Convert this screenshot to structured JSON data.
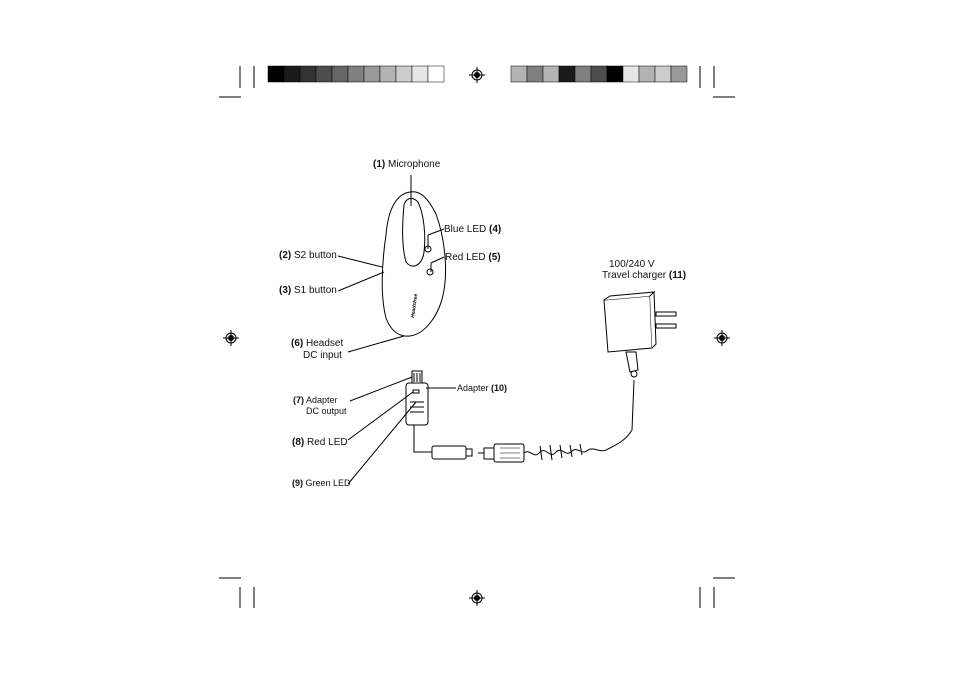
{
  "color_bar_left": [
    "#000000",
    "#1a1a1a",
    "#333333",
    "#4d4d4d",
    "#666666",
    "#808080",
    "#999999",
    "#b3b3b3",
    "#cccccc",
    "#e6e6e6",
    "#ffffff"
  ],
  "color_bar_right": [
    "#b3b3b3",
    "#808080",
    "#b3b3b3",
    "#1a1a1a",
    "#808080",
    "#4d4d4d",
    "#000000",
    "#e6e6e6",
    "#b3b3b3",
    "#cccccc",
    "#999999"
  ],
  "brand_mark": "Headsfree",
  "labels": {
    "microphone": {
      "num": "(1)",
      "text": "Microphone"
    },
    "s2": {
      "num": "(2)",
      "text": "S2 button"
    },
    "s1": {
      "num": "(3)",
      "text": "S1 button"
    },
    "blue_led": {
      "text": "Blue LED",
      "num": "(4)"
    },
    "red_led_headset": {
      "text": "Red LED",
      "num": "(5)"
    },
    "headset_dc": {
      "num": "(6)",
      "text1": "Headset",
      "text2": "DC input"
    },
    "adapter_dc": {
      "num": "(7)",
      "text1": "Adapter",
      "text2": "DC output"
    },
    "adapter": {
      "text": "Adapter",
      "num": "(10)"
    },
    "red_led_adapter": {
      "num": "(8)",
      "text": "Red LED"
    },
    "green_led": {
      "num": "(9)",
      "text": "Green LED"
    },
    "charger": {
      "text1": "100/240 V",
      "text2": "Travel charger",
      "num": "(11)"
    }
  }
}
